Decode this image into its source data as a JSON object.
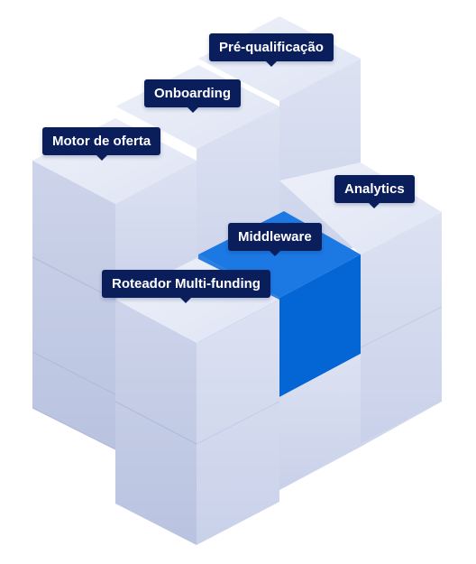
{
  "labels": {
    "pre_qualificacao": "Pré-qualificação",
    "onboarding": "Onboarding",
    "motor_de_oferta": "Motor de oferta",
    "analytics": "Analytics",
    "middleware": "Middleware",
    "roteador": "Roteador Multi-funding"
  },
  "colors": {
    "label_bg": "#0b1e5c",
    "label_text": "#ffffff",
    "block_top": "#e4e9f5",
    "block_left": "#c2cbe4",
    "block_right": "#d1d8ee",
    "highlight_top": "#1c79e3",
    "highlight_front": "#0466d4"
  }
}
